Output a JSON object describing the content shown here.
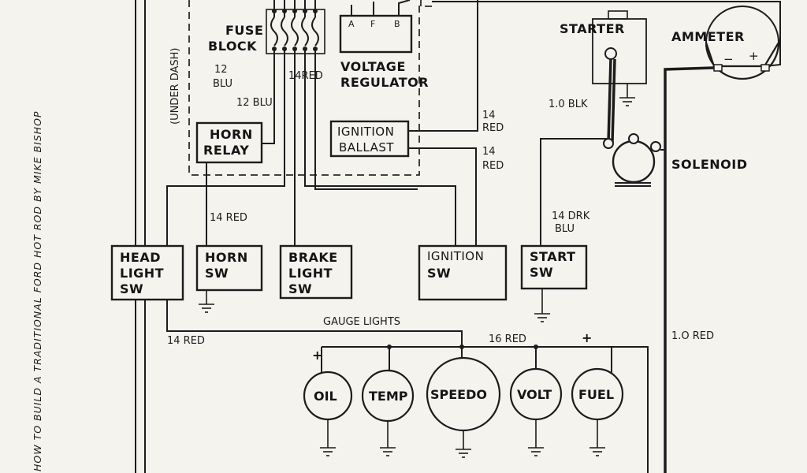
{
  "side_caption": "HOW TO BUILD A TRADITIONAL FORD HOT ROD BY MIKE BISHOP",
  "fuse_block": {
    "line1": "FUSE",
    "line2": "BLOCK"
  },
  "under_dash": "(UNDER DASH)",
  "voltage_regulator": {
    "terminals": [
      "A",
      "F",
      "B"
    ],
    "line1": "VOLTAGE",
    "line2": "REGULATOR"
  },
  "starter": "STARTER",
  "ammeter": {
    "label": "AMMETER",
    "minus": "−",
    "plus": "+"
  },
  "solenoid": "SOLENOID",
  "horn_relay": {
    "line1": "HORN",
    "line2": "RELAY"
  },
  "ignition_ballast": {
    "line1": "IGNITION",
    "line2": "BALLAST"
  },
  "switches": {
    "headlight": {
      "line1": "HEAD",
      "line2": "LIGHT",
      "line3": "SW"
    },
    "horn": {
      "line1": "HORN",
      "line2": "SW"
    },
    "brake": {
      "line1": "BRAKE",
      "line2": "LIGHT",
      "line3": "SW"
    },
    "ignition": {
      "line1": "IGNITION",
      "line2": "SW"
    },
    "start": {
      "line1": "START",
      "line2": "SW"
    }
  },
  "wire_labels": {
    "twelve_blu_a_1": "12",
    "twelve_blu_a_2": "BLU",
    "twelve_blu_b": "12 BLU",
    "fourteen_red_fuse": "14RED",
    "fourteen_red_horn": "14 RED",
    "fourteen_red_head": "14 RED",
    "fourteen_red_reg_1": "14",
    "fourteen_red_reg_2": "RED",
    "fourteen_red_ballast_1": "14",
    "fourteen_red_ballast_2": "RED",
    "one_blk": "1.0 BLK",
    "drk_blu_1": "14 DRK",
    "drk_blu_2": "BLU",
    "one_red": "1.O RED",
    "sixteen_red": "16 RED"
  },
  "gauge_lights": "GAUGE LIGHTS",
  "gauge_plus_left": "+",
  "gauge_plus_right": "+",
  "gauges": {
    "oil": "OIL",
    "temp": "TEMP",
    "speedo": "SPEEDO",
    "volt": "VOLT",
    "fuel": "FUEL"
  }
}
